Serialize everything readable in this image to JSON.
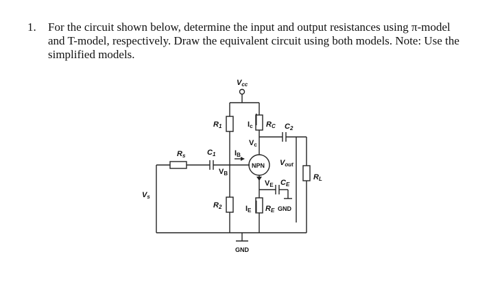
{
  "question": {
    "number": "1.",
    "text": "For the circuit shown below, determine the input and output resistances using π-model and T-model, respectively. Draw the equivalent circuit using both models. Note: Use the simplified models."
  },
  "circuit": {
    "labels": {
      "vcc": "V",
      "vcc_sub": "cc",
      "r1": "R",
      "r1_sub": "1",
      "ic": "I",
      "ic_sub": "c",
      "rc": "R",
      "rc_sub": "C",
      "c2": "C",
      "c2_sub": "2",
      "vc": "V",
      "vc_sub": "c",
      "rs": "R",
      "rs_sub": "s",
      "c1": "C",
      "c1_sub": "1",
      "ib": "I",
      "ib_sub": "B",
      "transistor": "NPN",
      "vout": "V",
      "vout_sub": "out",
      "vb": "V",
      "vb_sub": "B",
      "rl": "R",
      "rl_sub": "L",
      "ve": "V",
      "ve_sub": "E",
      "ce": "C",
      "ce_sub": "E",
      "vs": "V",
      "vs_sub": "s",
      "r2": "R",
      "r2_sub": "2",
      "ie": "I",
      "ie_sub": "E",
      "re": "R",
      "re_sub": "E",
      "gnd_emitter": "GND",
      "gnd_main": "GND"
    }
  }
}
